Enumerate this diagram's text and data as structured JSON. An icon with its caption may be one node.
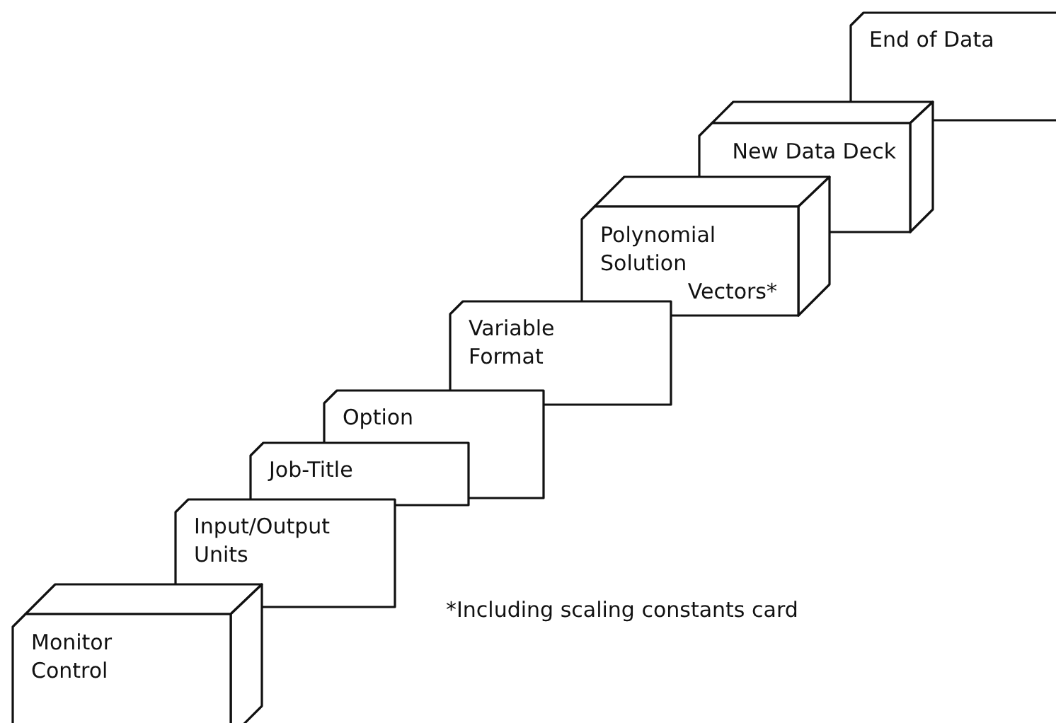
{
  "diagram": {
    "nodes": [
      {
        "text": [
          "End of Data"
        ]
      },
      {
        "text": [
          "New Data Deck"
        ]
      },
      {
        "text": [
          "Polynomial Solution Vectors*"
        ]
      },
      {
        "text": [
          "Variable Format"
        ]
      },
      {
        "text": [
          "Option"
        ]
      },
      {
        "text": [
          "Job-Title"
        ]
      },
      {
        "text": [
          "Input/Output Units"
        ]
      },
      {
        "text": [
          "Monitor Control"
        ]
      }
    ],
    "edges": [],
    "labels": [
      "*Including scaling constants card"
    ]
  }
}
